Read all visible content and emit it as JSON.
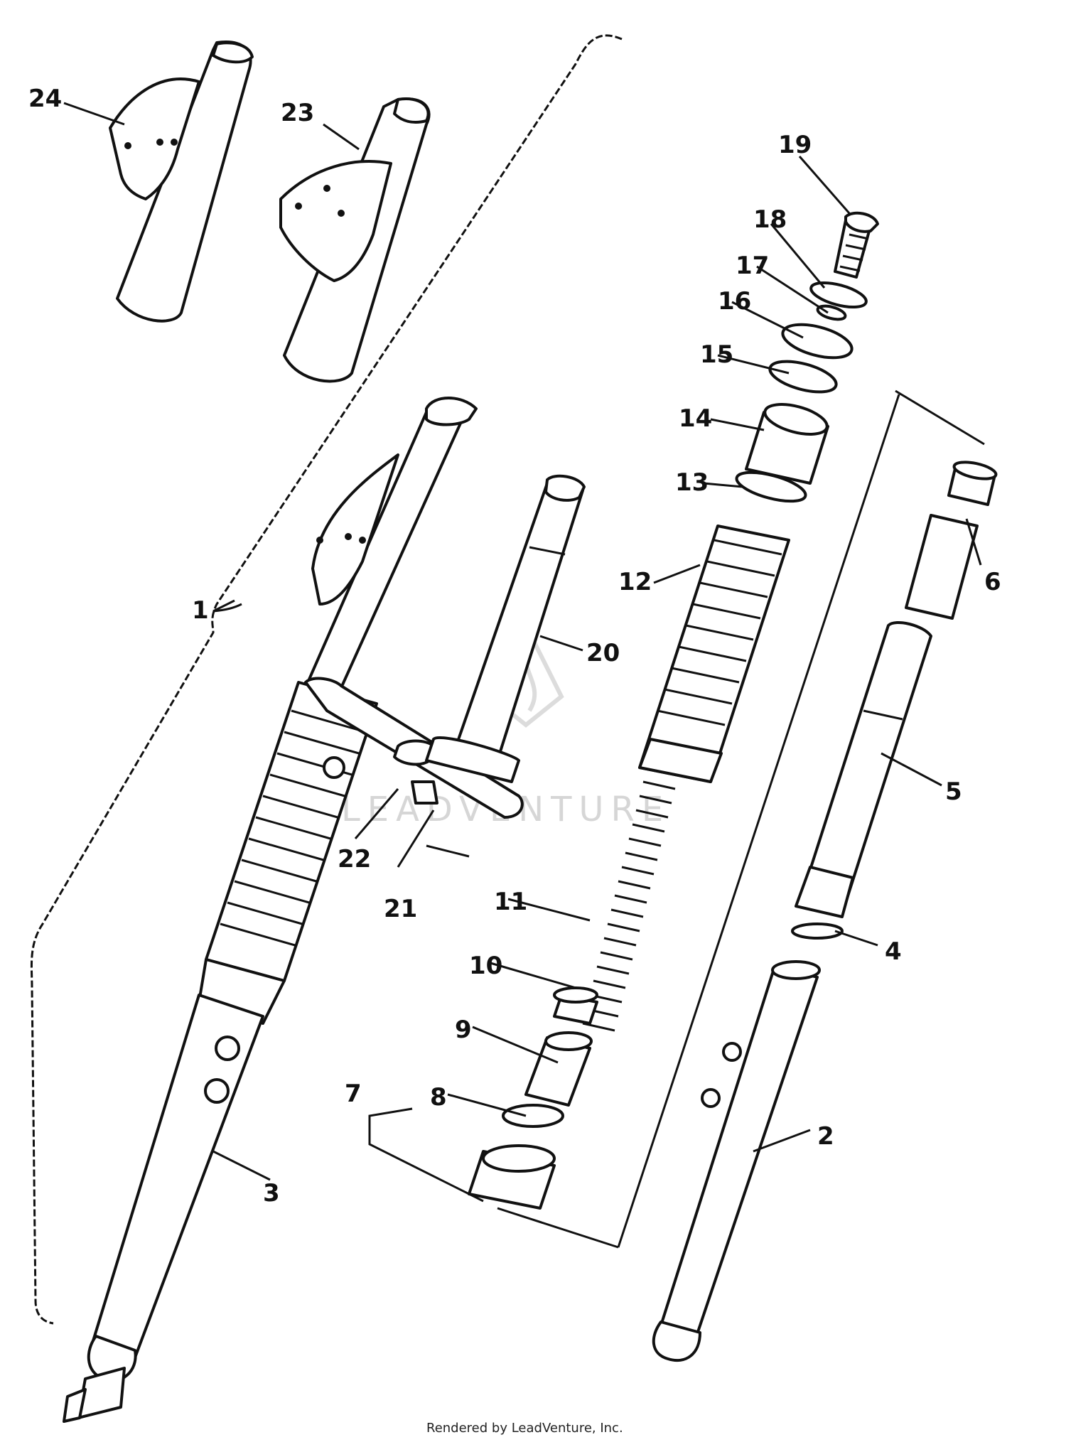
{
  "callouts": {
    "c1": "1",
    "c2": "2",
    "c3": "3",
    "c4": "4",
    "c5": "5",
    "c6": "6",
    "c7": "7",
    "c8": "8",
    "c9": "9",
    "c10": "10",
    "c11": "11",
    "c12": "12",
    "c13": "13",
    "c14": "14",
    "c15": "15",
    "c16": "16",
    "c17": "17",
    "c18": "18",
    "c19": "19",
    "c20": "20",
    "c21": "21",
    "c22": "22",
    "c23": "23",
    "c24": "24"
  },
  "watermark": "LEADVENTURE",
  "credit": "Rendered by LeadVenture, Inc."
}
